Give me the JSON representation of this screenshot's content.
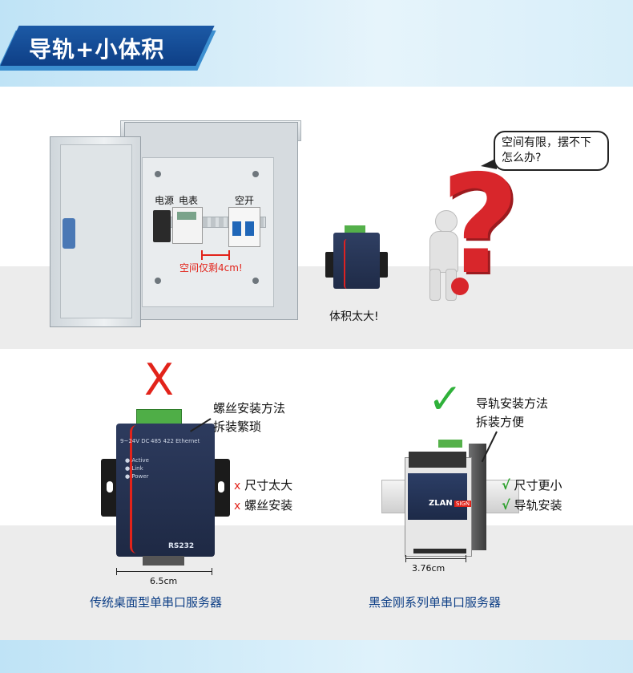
{
  "banner": {
    "title": "导轨+小体积"
  },
  "scene1": {
    "cabinet_labels": {
      "power": "电源",
      "meter": "电表",
      "breaker": "空开"
    },
    "cabinet_note": "空间仅剩4cm!",
    "small_device_caption": "体积太大!",
    "bubble": {
      "line1": "空间有限，摆不下",
      "line2": "怎么办?"
    }
  },
  "left_product": {
    "install_note_line1": "螺丝安装方法",
    "install_note_line2": "拆装繁琐",
    "cross_mark": "X",
    "cons": [
      {
        "mark": "x",
        "text": "尺寸太大"
      },
      {
        "mark": "x",
        "text": "螺丝安装"
      }
    ],
    "width_label": "6.5cm",
    "model": "RS232",
    "caption": "传统桌面型单串口服务器"
  },
  "right_product": {
    "install_note_line1": "导轨安装方法",
    "install_note_line2": "拆装方便",
    "check_mark": "✓",
    "pros": [
      {
        "mark": "√",
        "text": "尺寸更小"
      },
      {
        "mark": "√",
        "text": "导轨安装"
      }
    ],
    "width_label": "3.76cm",
    "brand": "ZLAN",
    "caption": "黑金刚系列单串口服务器"
  },
  "colors": {
    "brand_blue": "#0e3f86",
    "alert_red": "#e2231a",
    "ok_green": "#2fb13a"
  }
}
